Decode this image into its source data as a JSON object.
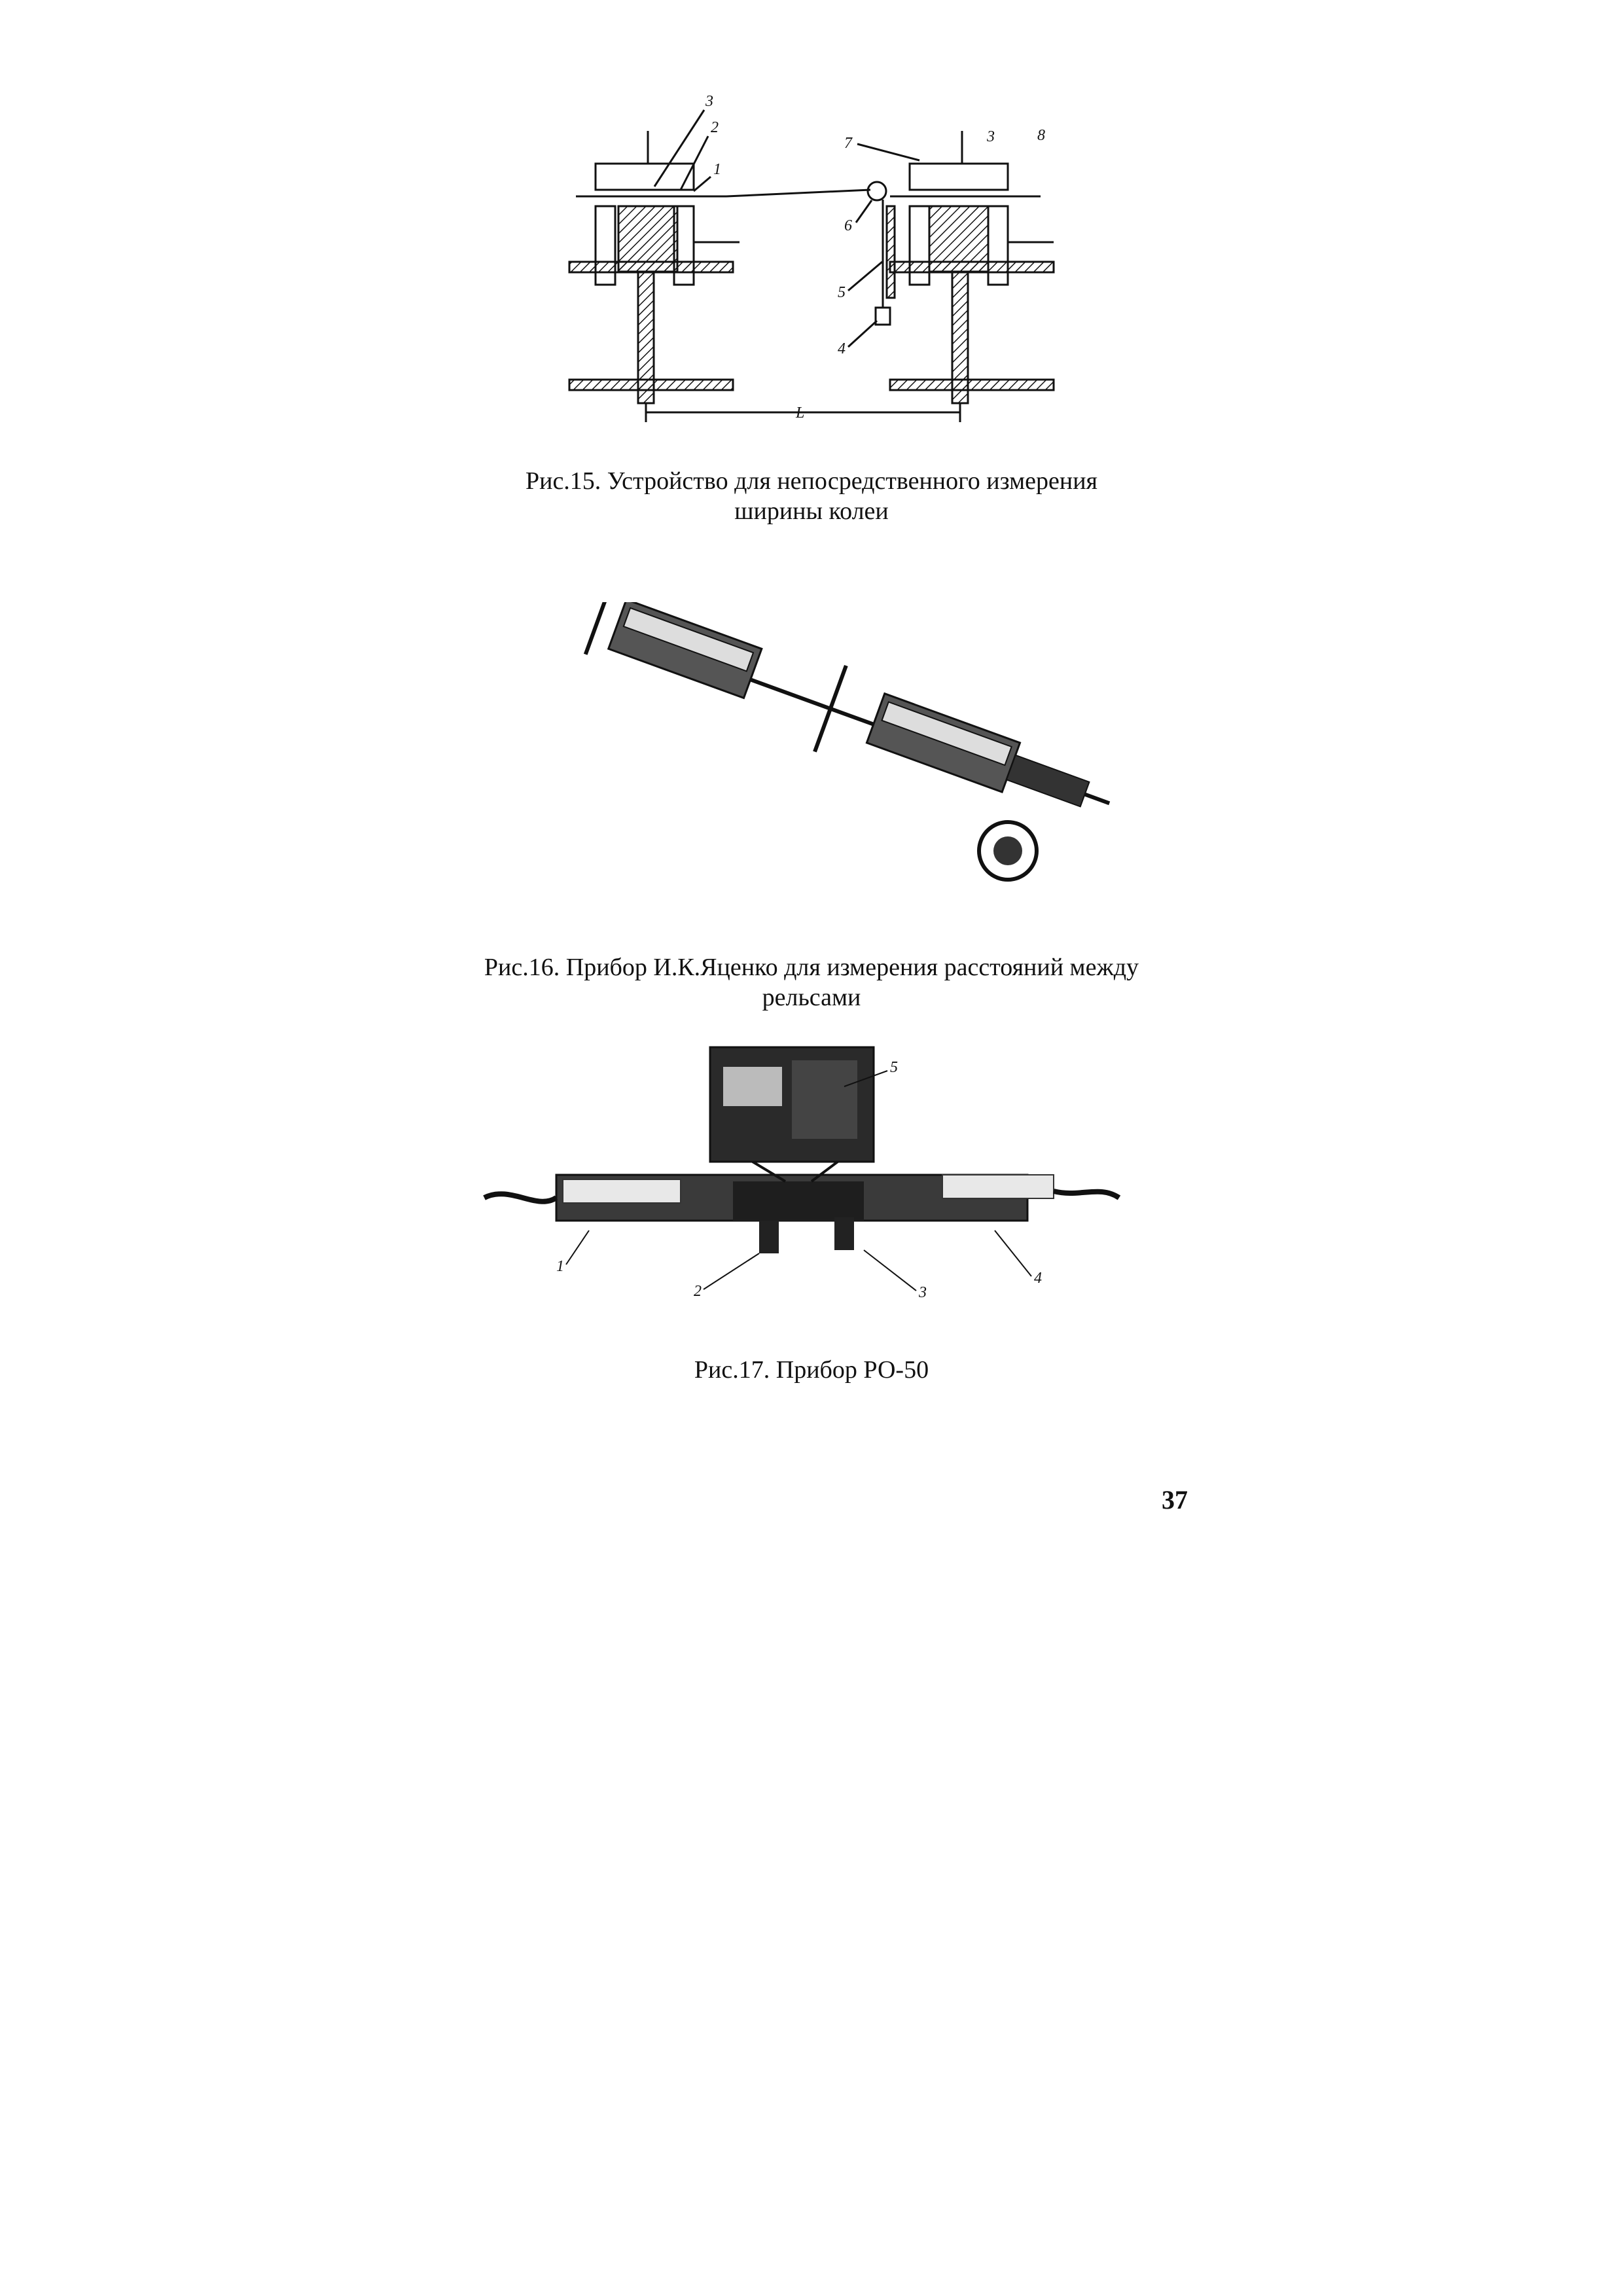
{
  "figures": [
    {
      "id": "fig15",
      "caption_lines": [
        "Рис.15. Устройство для непосредственного измерения",
        "ширины колеи"
      ],
      "labels": [
        "1",
        "2",
        "3",
        "4",
        "5",
        "6",
        "7",
        "8",
        "3",
        "L"
      ]
    },
    {
      "id": "fig16",
      "caption_lines": [
        "Рис.16. Прибор И.К.Яценко для измерения расстояний между",
        "рельсами"
      ]
    },
    {
      "id": "fig17",
      "caption_lines": [
        "Рис.17. Прибор РО-50"
      ],
      "labels": [
        "1",
        "2",
        "3",
        "4",
        "5"
      ]
    }
  ],
  "page_number": "37"
}
